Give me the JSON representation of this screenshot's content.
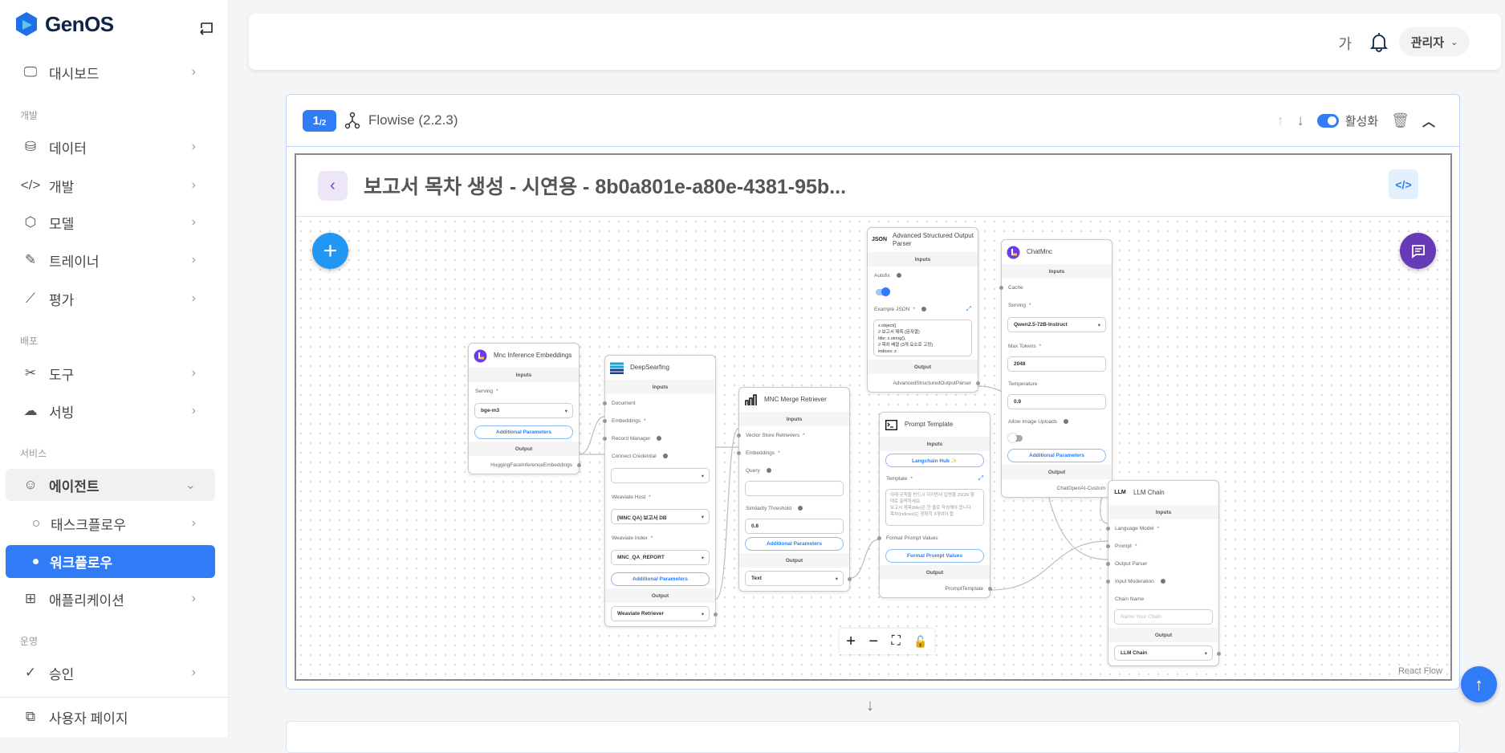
{
  "brand": {
    "name": "GenOS"
  },
  "sidebar": {
    "groups": {
      "dev": "개발",
      "deploy": "배포",
      "service": "서비스",
      "ops": "운영"
    },
    "items": {
      "dashboard": "대시보드",
      "data": "데이터",
      "develop": "개발",
      "model": "모델",
      "trainer": "트레이너",
      "eval": "평가",
      "tool": "도구",
      "serving": "서빙",
      "agent": "에이전트",
      "taskflow": "태스크플로우",
      "workflow": "워크플로우",
      "application": "애플리케이션",
      "approval": "승인",
      "userpage": "사용자 페이지"
    }
  },
  "topbar": {
    "font_toggle": "가",
    "user": "관리자"
  },
  "card": {
    "badge_main": "1",
    "badge_sub": "/2",
    "title": "Flowise (2.2.3)",
    "active_label": "활성화",
    "active": true
  },
  "flow": {
    "title": "보고서 목차 생성 - 시연용 - 8b0a801e-a80e-4381-95b...",
    "react_flow_label": "React Flow",
    "nodes": [
      {
        "id": "emb",
        "title": "Mnc Inference Embeddings",
        "icon": "mnc-logo-icon",
        "rows": [
          {
            "t": "sec",
            "text": "Inputs"
          },
          {
            "t": "label",
            "text": "Serving",
            "req": true
          },
          {
            "t": "select",
            "text": "bge-m3"
          },
          {
            "t": "btn",
            "text": "Additional Parameters"
          },
          {
            "t": "sec",
            "text": "Output"
          },
          {
            "t": "out",
            "text": "HuggingFaceInferenceEmbeddings"
          }
        ]
      },
      {
        "id": "deep",
        "title": "DeepSearfing",
        "icon": "deepsearfing-logo-icon",
        "rows": [
          {
            "t": "sec",
            "text": "Inputs"
          },
          {
            "t": "label",
            "text": "Document",
            "handle": true
          },
          {
            "t": "label",
            "text": "Embeddings",
            "req": true,
            "handle": true
          },
          {
            "t": "label",
            "text": "Record Manager",
            "info": true,
            "handle": true
          },
          {
            "t": "label",
            "text": "Connect Credential",
            "info": true
          },
          {
            "t": "select",
            "text": ""
          },
          {
            "t": "label",
            "text": "Weaviate Host",
            "req": true
          },
          {
            "t": "select",
            "text": "[MNC QA] 보고서 DB"
          },
          {
            "t": "label",
            "text": "Weaviate Index",
            "req": true
          },
          {
            "t": "select",
            "text": "MNC_QA_REPORT"
          },
          {
            "t": "btn",
            "text": "Additional Parameters"
          },
          {
            "t": "sec",
            "text": "Output"
          },
          {
            "t": "select",
            "text": "Weaviate Retriever",
            "handle": true
          }
        ]
      },
      {
        "id": "merge",
        "title": "MNC Merge Retriever",
        "icon": "bar-chart-icon",
        "rows": [
          {
            "t": "sec",
            "text": "Inputs"
          },
          {
            "t": "label",
            "text": "Vector Store Retrievers",
            "req": true,
            "handle": true
          },
          {
            "t": "label",
            "text": "Embeddings",
            "req": true,
            "handle": true
          },
          {
            "t": "label",
            "text": "Query",
            "info": true
          },
          {
            "t": "input",
            "text": ""
          },
          {
            "t": "label",
            "text": "Similarity Threshold",
            "info": true
          },
          {
            "t": "input",
            "text": "0.8"
          },
          {
            "t": "btn",
            "text": "Additional Parameters"
          },
          {
            "t": "sec",
            "text": "Output"
          },
          {
            "t": "select",
            "text": "Text",
            "handle": true
          }
        ]
      },
      {
        "id": "parser",
        "title": "Advanced Structured Output Parser",
        "icon": "json-icon",
        "icon_text": "JSON",
        "rows": [
          {
            "t": "sec",
            "text": "Inputs"
          },
          {
            "t": "label",
            "text": "Autofix",
            "info": true
          },
          {
            "t": "toggle",
            "on": true
          },
          {
            "t": "label",
            "text": "Example JSON",
            "req": true,
            "info": true,
            "expand": true
          },
          {
            "t": "textarea",
            "text": "z.object({\n // 보고서 제목 (문자열)\n title: z.string(),\n // 목차 배열 (3개 요소로 고정)\n indices: z"
          },
          {
            "t": "sec",
            "text": "Output"
          },
          {
            "t": "out",
            "text": "AdvancedStructuredOutputParser"
          }
        ]
      },
      {
        "id": "chat",
        "title": "ChatMnc",
        "icon": "mnc-logo-icon",
        "rows": [
          {
            "t": "sec",
            "text": "Inputs"
          },
          {
            "t": "label",
            "text": "Cache",
            "handle": true
          },
          {
            "t": "label",
            "text": "Serving",
            "req": true
          },
          {
            "t": "select",
            "text": "Qwen2.5-72B-Instruct"
          },
          {
            "t": "label",
            "text": "Max Tokens",
            "req": true
          },
          {
            "t": "input",
            "text": "2048"
          },
          {
            "t": "label",
            "text": "Temperature"
          },
          {
            "t": "input",
            "text": "0.9"
          },
          {
            "t": "label",
            "text": "Allow Image Uploads",
            "info": true
          },
          {
            "t": "toggle",
            "on": false
          },
          {
            "t": "btn",
            "text": "Additional Parameters"
          },
          {
            "t": "sec",
            "text": "Output"
          },
          {
            "t": "out",
            "text": "ChatOpenAI-Custom"
          }
        ]
      },
      {
        "id": "prompt",
        "title": "Prompt Template",
        "icon": "terminal-icon",
        "rows": [
          {
            "t": "sec",
            "text": "Inputs"
          },
          {
            "t": "btn",
            "text": "Langchain Hub ✨"
          },
          {
            "t": "label",
            "text": "Template",
            "req": true,
            "expand": true
          },
          {
            "t": "textarea",
            "dim": true,
            "text": "아래 규칙을 반드시 지키면서 답변을 JSON 형태로 출력하세요.\n보고서 제목(title)은 한 줄로 작성해야 합니다.\n목차(indices)는 정확히 3개여야 합"
          },
          {
            "t": "label",
            "text": "Format Prompt Values",
            "handle": true
          },
          {
            "t": "btn",
            "text": "Format Prompt Values"
          },
          {
            "t": "sec",
            "text": "Output"
          },
          {
            "t": "out",
            "text": "PromptTemplate"
          }
        ]
      },
      {
        "id": "llm",
        "title": "LLM Chain",
        "icon": "llm-chain-icon",
        "icon_text": "LLM",
        "rows": [
          {
            "t": "sec",
            "text": "Inputs"
          },
          {
            "t": "label",
            "text": "Language Model",
            "req": true,
            "handle": true
          },
          {
            "t": "label",
            "text": "Prompt",
            "req": true,
            "handle": true
          },
          {
            "t": "label",
            "text": "Output Parser",
            "handle": true
          },
          {
            "t": "label",
            "text": "Input Moderation",
            "info": true,
            "handle": true
          },
          {
            "t": "label",
            "text": "Chain Name"
          },
          {
            "t": "input",
            "text": "",
            "placeholder": "Name Your Chain"
          },
          {
            "t": "sec",
            "text": "Output"
          },
          {
            "t": "select",
            "text": "LLM Chain",
            "handle": true
          }
        ]
      }
    ]
  }
}
